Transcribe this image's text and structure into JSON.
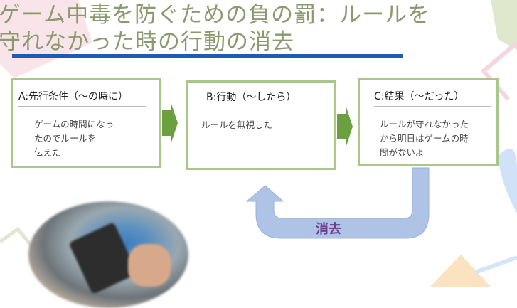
{
  "slide": {
    "title_line1": "ゲーム中毒を防ぐための負の罰：ルールを",
    "title_line2": "守れなかった時の行動の消去",
    "boxes": [
      {
        "heading": "A:先行条件（～の時に）",
        "body": [
          "ゲームの時間になっ",
          "たのでルールを",
          "伝えた"
        ]
      },
      {
        "heading": "B:行動（～したら）",
        "body": [
          "ルールを無視した"
        ]
      },
      {
        "heading": "C:結果（～だった）",
        "body": [
          "ルールが守れなかった",
          "から明日はゲームの時",
          "間がないよ"
        ]
      }
    ],
    "loop_label": "消去"
  },
  "colors": {
    "title": "#8a9a6e",
    "underline": "#1f5bb0",
    "box_border": "#a8c88a",
    "arrow_green": "#6aa040",
    "loop_arrow": "#aec3e6",
    "loop_label": "#6b3f8f"
  }
}
